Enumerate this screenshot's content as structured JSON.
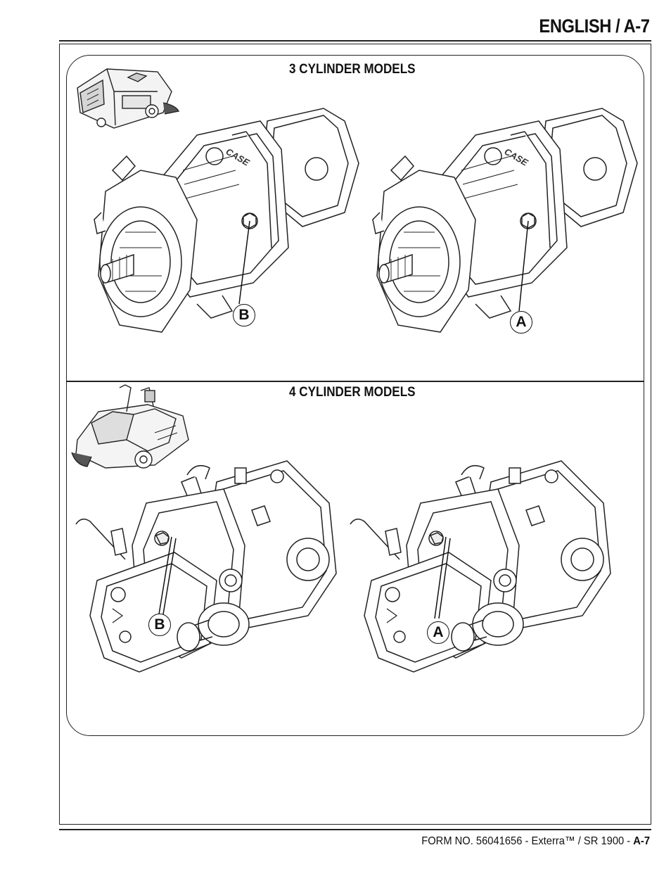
{
  "header": {
    "title": "ENGLISH / A-7"
  },
  "sections": [
    {
      "title": "3 CYLINDER MODELS",
      "callouts": [
        "B",
        "A"
      ]
    },
    {
      "title": "4 CYLINDER MODELS",
      "callouts": [
        "B",
        "A"
      ]
    }
  ],
  "footer": {
    "form_text": "FORM NO. 56041656 - Exterra™ / SR 1900 - ",
    "page_ref": "A-7"
  },
  "icons": [
    "sweeper-machine-icon",
    "hydraulic-pump-illustration"
  ]
}
